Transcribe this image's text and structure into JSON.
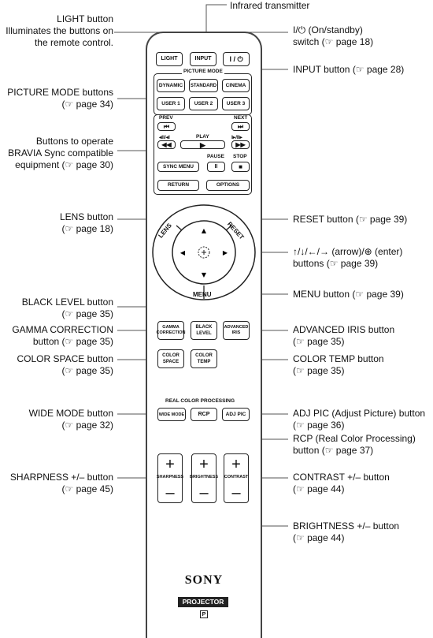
{
  "labels": {
    "infrared": "Infrared transmitter",
    "light": [
      "LIGHT button",
      "Illuminates the buttons on",
      "the remote control."
    ],
    "onstandby": [
      "I/⏻ (On/standby)",
      "switch (☞ page 18)"
    ],
    "input": "INPUT button (☞ page 28)",
    "picture_mode": [
      "PICTURE MODE buttons",
      "(☞ page 34)"
    ],
    "bravia": [
      "Buttons to operate",
      "BRAVIA Sync compatible",
      "equipment (☞ page 30)"
    ],
    "lens": [
      "LENS button",
      "(☞ page 18)"
    ],
    "reset": "RESET button (☞ page 39)",
    "arrow": [
      "↑/↓/←/→ (arrow)/⊕ (enter)",
      "buttons (☞ page 39)"
    ],
    "menu": "MENU button (☞ page 39)",
    "black_level": [
      "BLACK LEVEL button",
      "(☞ page 35)"
    ],
    "gamma": [
      "GAMMA CORRECTION",
      "button (☞ page 35)"
    ],
    "adv_iris": [
      "ADVANCED IRIS button",
      "(☞ page 35)"
    ],
    "color_space": [
      "COLOR SPACE button",
      "(☞ page 35)"
    ],
    "color_temp": [
      "COLOR TEMP button",
      "(☞ page 35)"
    ],
    "wide_mode": [
      "WIDE MODE button",
      "(☞ page 32)"
    ],
    "adj_pic": [
      "ADJ PIC (Adjust Picture) button",
      "(☞ page 36)"
    ],
    "rcp": [
      "RCP (Real Color Processing)",
      "button (☞ page 37)"
    ],
    "sharpness": [
      "SHARPNESS +/– button",
      "(☞ page 45)"
    ],
    "contrast": [
      "CONTRAST +/– button",
      "(☞ page 44)"
    ],
    "brightness": [
      "BRIGHTNESS +/– button",
      "(☞ page 44)"
    ]
  },
  "remote": {
    "light": "LIGHT",
    "input": "INPUT",
    "power": "I / ⏻",
    "picture_mode_title": "PICTURE MODE",
    "dynamic": "DYNAMIC",
    "standard": "STANDARD",
    "cinema": "CINEMA",
    "user1": "USER 1",
    "user2": "USER 2",
    "user3": "USER 3",
    "prev": "PREV",
    "next": "NEXT",
    "play": "PLAY",
    "pause": "PAUSE",
    "stop": "STOP",
    "sync_menu": "SYNC MENU",
    "return": "RETURN",
    "options": "OPTIONS",
    "lens": "LENS",
    "reset": "RESET",
    "menu": "MENU",
    "gamma_correction": "GAMMA CORRECTION",
    "black_level": "BLACK LEVEL",
    "advanced_iris": "ADVANCED IRIS",
    "color_space": "COLOR SPACE",
    "color_temp": "COLOR TEMP",
    "rcp_title": "REAL COLOR PROCESSING",
    "wide_mode": "WIDE MODE",
    "rcp": "RCP",
    "adj_pic": "ADJ PIC",
    "plus": "+",
    "minus": "–",
    "sharpness": "SHARPNESS",
    "brightness": "BRIGHTNESS",
    "contrast": "CONTRAST",
    "brand": "SONY",
    "projector": "PROJECTOR",
    "p_mark": "P"
  }
}
